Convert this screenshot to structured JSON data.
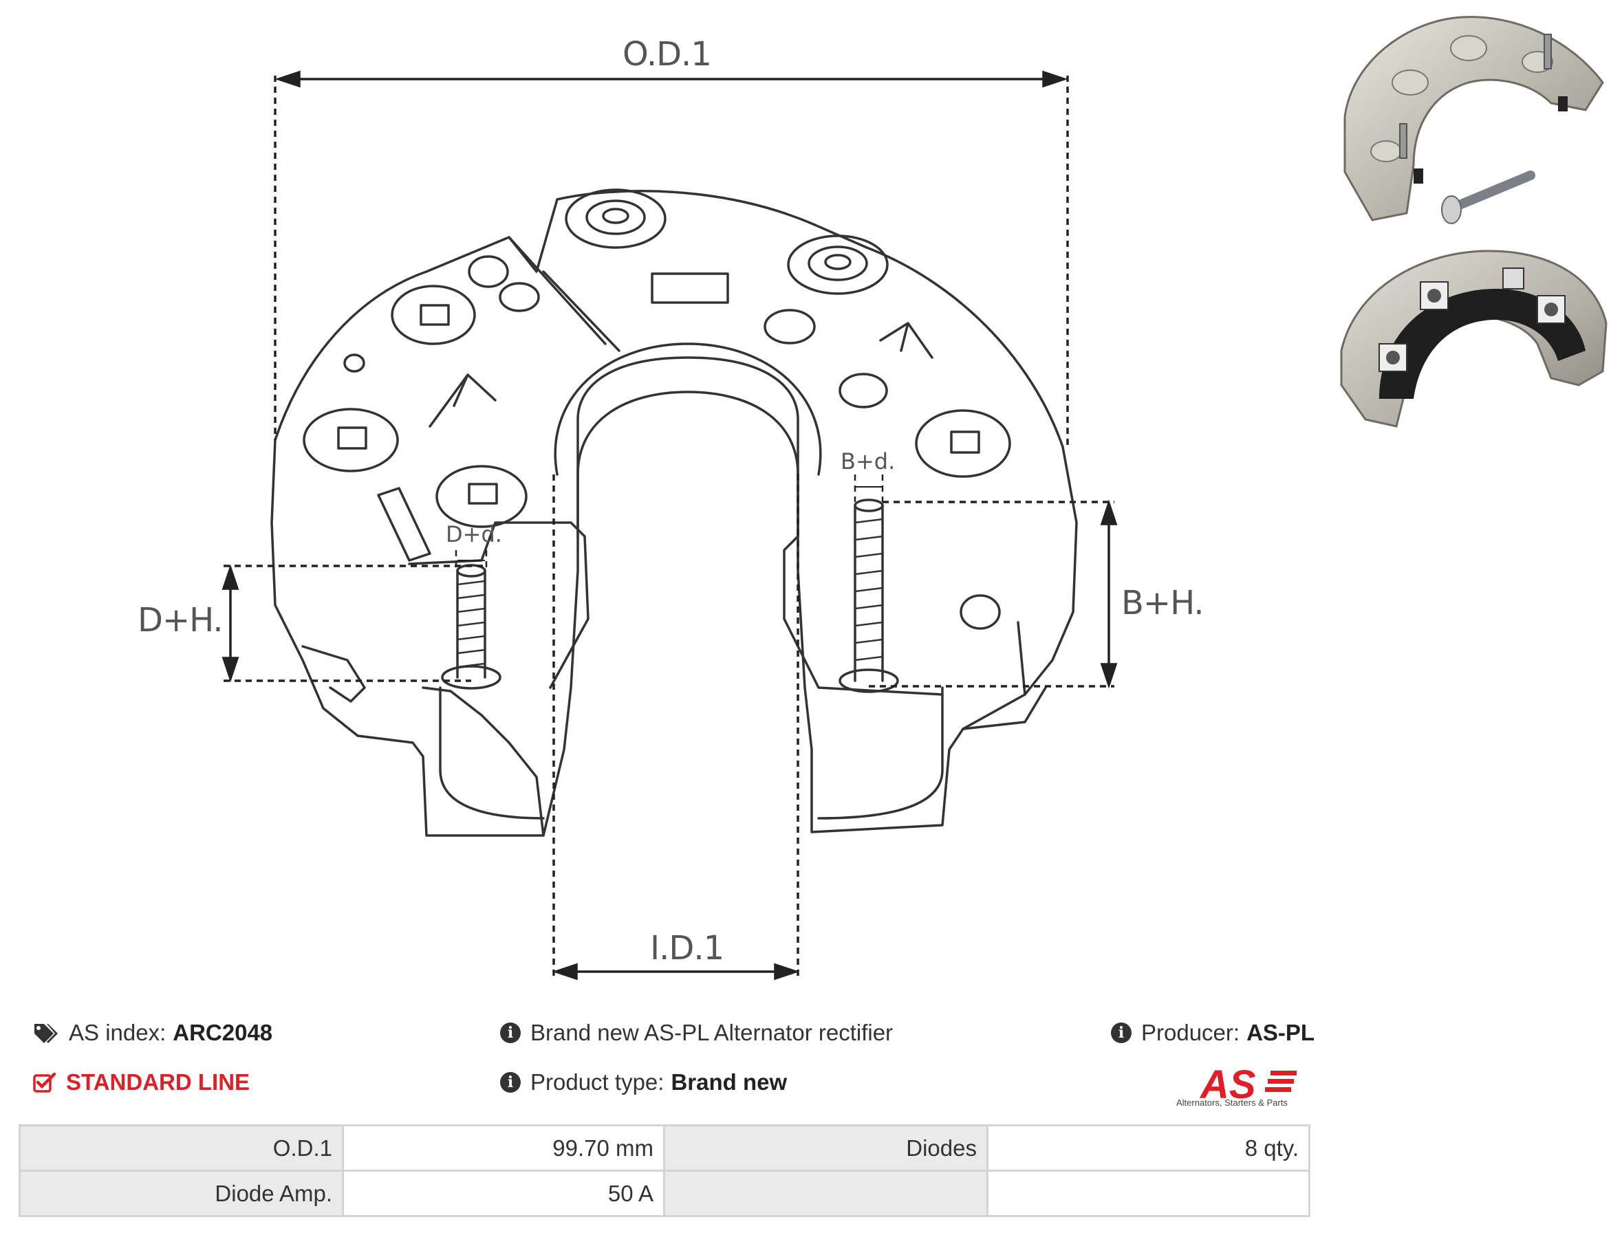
{
  "diagram": {
    "labels": {
      "od": "O.D.1",
      "id": "I.D.1",
      "dh": "D+H.",
      "bh": "B+H.",
      "dd": "D+d.",
      "bd": "B+d."
    }
  },
  "info": {
    "as_index_label": "AS index:",
    "as_index_value": "ARC2048",
    "line": "STANDARD LINE",
    "description": "Brand new AS-PL Alternator rectifier",
    "product_type_label": "Product type:",
    "product_type_value": "Brand new",
    "producer_label": "Producer:",
    "producer_value": "AS-PL",
    "logo_text": "AS",
    "logo_tagline": "Alternators, Starters & Parts"
  },
  "specs": [
    [
      "O.D.1",
      "99.70 mm",
      "Diodes",
      "8 qty."
    ],
    [
      "Diode Amp.",
      "50 A",
      "",
      ""
    ]
  ],
  "colors": {
    "accent_red": "#e01e26",
    "table_label_bg": "#eaeaea",
    "table_border": "#d4d4d4",
    "line_art": "#333333"
  },
  "icons": {
    "tags": "tags-icon",
    "check": "check-square-icon",
    "info": "info-circle-icon"
  }
}
